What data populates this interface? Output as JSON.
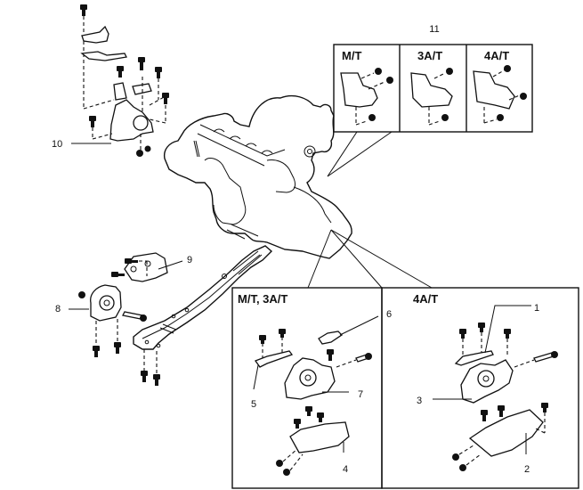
{
  "figure": {
    "type": "engine-mount-exploded-view",
    "callouts": {
      "c1": "1",
      "c2": "2",
      "c3": "3",
      "c4": "4",
      "c5": "5",
      "c6": "6",
      "c7": "7",
      "c8": "8",
      "c9": "9",
      "c10": "10",
      "c11": "11"
    },
    "inset_11": {
      "panels": [
        {
          "label": "M/T"
        },
        {
          "label": "3A/T"
        },
        {
          "label": "4A/T"
        }
      ]
    },
    "inset_left": {
      "title": "M/T, 3A/T"
    },
    "inset_right": {
      "title": "4A/T"
    }
  }
}
